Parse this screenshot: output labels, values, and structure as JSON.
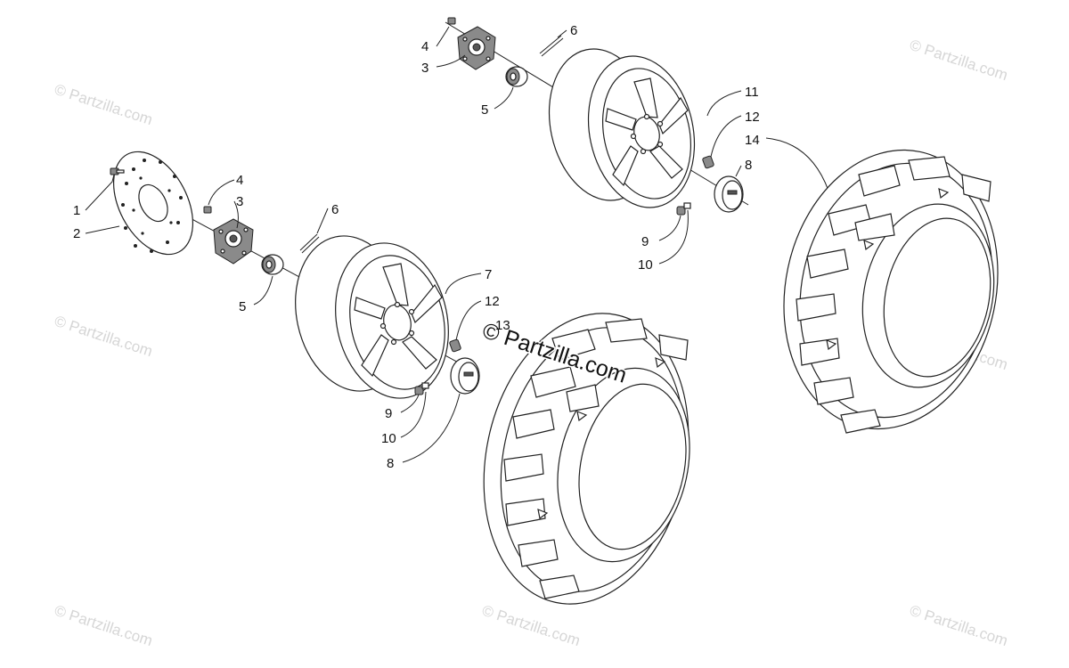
{
  "watermarks": {
    "corner": "© Partzilla.com",
    "center": "© Partzilla.com"
  },
  "callouts": {
    "c1": "1",
    "c2": "2",
    "c3_left": "3",
    "c4_left": "4",
    "c5_left": "5",
    "c6_left": "6",
    "c7": "7",
    "c12_left": "12",
    "c13": "13",
    "c9_left": "9",
    "c10_left": "10",
    "c8_left": "8",
    "c4_top": "4",
    "c3_top": "3",
    "c5_top": "5",
    "c6_top": "6",
    "c11": "11",
    "c12_right": "12",
    "c14": "14",
    "c8_right": "8",
    "c9_right": "9",
    "c10_right": "10"
  },
  "colors": {
    "line": "#222222",
    "watermark": "#d6d6d6"
  }
}
